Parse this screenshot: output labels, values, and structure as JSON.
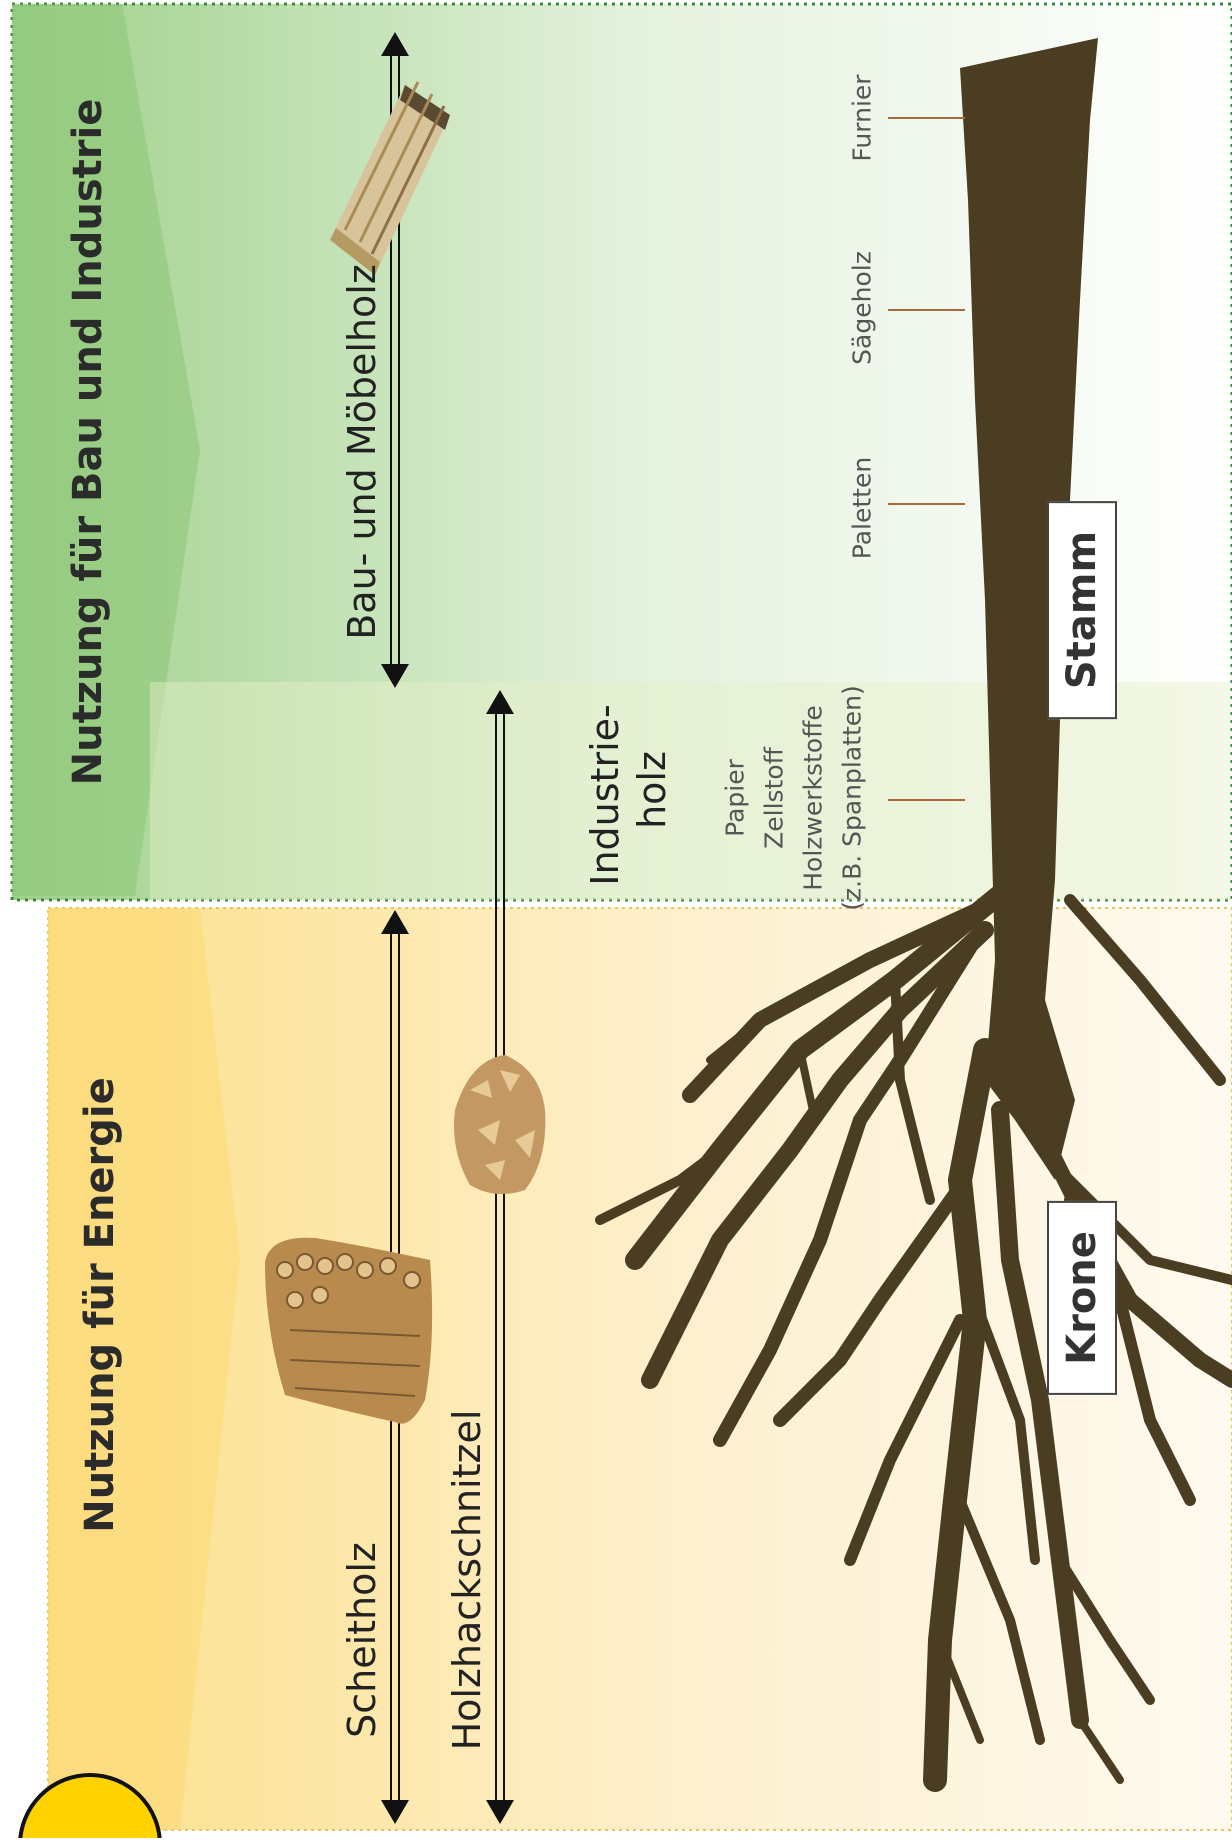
{
  "bands": {
    "industry_title": "Nutzung für Bau und Industrie",
    "energy_title": "Nutzung für Energie"
  },
  "arrows": {
    "bau": "Bau- und Möbelholz",
    "scheitholz": "Scheitholz",
    "holzhack": "Holzhackschnitzel",
    "industrieholz_line1": "Industrie-",
    "industrieholz_line2": "holz"
  },
  "tree_labels": {
    "furnier": "Furnier",
    "saegeholz": "Sägeholz",
    "paletten": "Paletten",
    "industry_line1": "Papier",
    "industry_line2": "Zellstoff",
    "industry_line3": "Holzwerkstoffe",
    "industry_line4": "(z.B. Spanplatten)"
  },
  "boxes": {
    "stamm": "Stamm",
    "krone": "Krone"
  },
  "colors": {
    "energy_band": "#fde08a",
    "industry_band": "#9fd08a",
    "tree": "#4b3d22",
    "tick": "#a86a3c",
    "badge": "#ffd200"
  }
}
